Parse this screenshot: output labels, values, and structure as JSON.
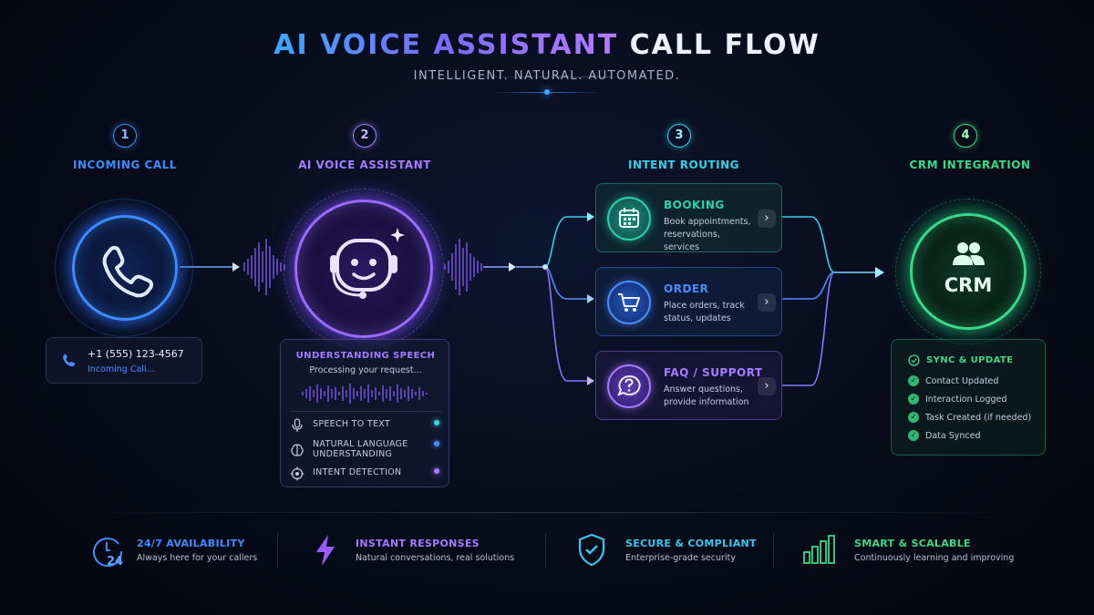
{
  "header": {
    "title_part1": "AI VOICE ASSISTANT",
    "title_part2": "CALL FLOW",
    "subtitle": "INTELLIGENT. NATURAL. AUTOMATED."
  },
  "steps": [
    {
      "number": "1",
      "label": "INCOMING CALL",
      "color": "#3b8cff"
    },
    {
      "number": "2",
      "label": "AI VOICE ASSISTANT",
      "color": "#a57bff"
    },
    {
      "number": "3",
      "label": "INTENT ROUTING",
      "color": "#36d0e8"
    },
    {
      "number": "4",
      "label": "CRM INTEGRATION",
      "color": "#38d98a"
    }
  ],
  "incoming": {
    "icon": "phone-icon",
    "phone_number": "+1 (555) 123-4567",
    "status": "Incoming Call..."
  },
  "assistant": {
    "icon": "robot-headset-icon",
    "panel_title": "UNDERSTANDING SPEECH",
    "panel_status": "Processing your request...",
    "items": [
      {
        "label": "SPEECH TO TEXT",
        "icon": "microphone-icon",
        "dot_color": "#3ad6e0"
      },
      {
        "label": "NATURAL LANGUAGE UNDERSTANDING",
        "icon": "brain-icon",
        "dot_color": "#4a8cff"
      },
      {
        "label": "INTENT DETECTION",
        "icon": "target-icon",
        "dot_color": "#a57bff"
      }
    ]
  },
  "intents": [
    {
      "name": "BOOKING",
      "desc": "Book appointments, reservations, services",
      "icon": "calendar-icon",
      "color": "#2ad1b0"
    },
    {
      "name": "ORDER",
      "desc": "Place orders, track status, updates",
      "icon": "cart-icon",
      "color": "#4a8cff"
    },
    {
      "name": "FAQ / SUPPORT",
      "desc": "Answer questions, provide information",
      "icon": "help-bubble-icon",
      "color": "#a57bff"
    }
  ],
  "crm": {
    "icon": "users-icon",
    "label": "CRM",
    "panel_title": "SYNC & UPDATE",
    "items": [
      "Contact Updated",
      "Interaction Logged",
      "Task Created (if needed)",
      "Data Synced"
    ]
  },
  "features": [
    {
      "title": "24/7 AVAILABILITY",
      "desc": "Always here for your callers",
      "icon": "clock-24-icon",
      "icon_text": "24",
      "color": "#3b8cff"
    },
    {
      "title": "INSTANT RESPONSES",
      "desc": "Natural conversations, real solutions",
      "icon": "lightning-icon",
      "color": "#a57bff"
    },
    {
      "title": "SECURE & COMPLIANT",
      "desc": "Enterprise-grade security",
      "icon": "shield-check-icon",
      "color": "#36c6f0"
    },
    {
      "title": "SMART & SCALABLE",
      "desc": "Continuously learning and improving",
      "icon": "bar-chart-icon",
      "color": "#38d98a"
    }
  ]
}
